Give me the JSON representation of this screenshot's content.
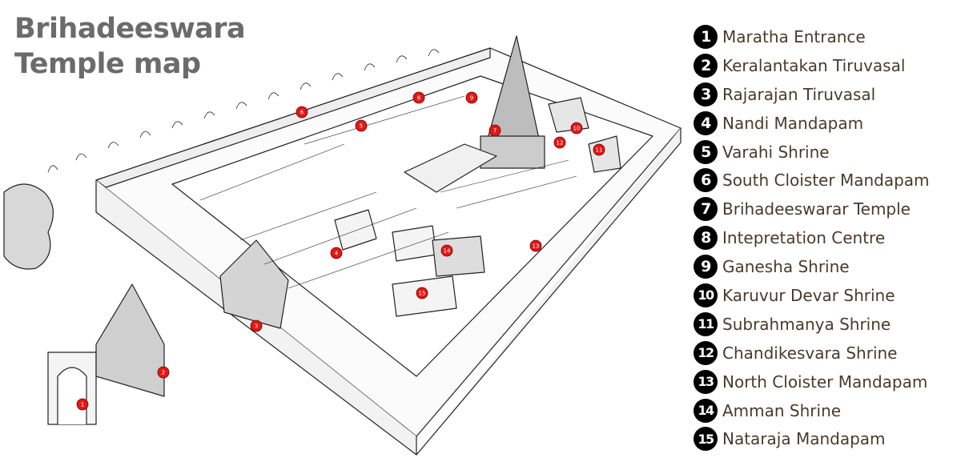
{
  "title": {
    "line1": "Brihadeeswara",
    "line2": "Temple map"
  },
  "legend": [
    {
      "num": "1",
      "label": "Maratha Entrance"
    },
    {
      "num": "2",
      "label": "Keralantakan Tiruvasal"
    },
    {
      "num": "3",
      "label": "Rajarajan Tiruvasal"
    },
    {
      "num": "4",
      "label": "Nandi Mandapam"
    },
    {
      "num": "5",
      "label": "Varahi Shrine"
    },
    {
      "num": "6",
      "label": "South Cloister Mandapam"
    },
    {
      "num": "7",
      "label": "Brihadeeswarar Temple"
    },
    {
      "num": "8",
      "label": "Intepretation Centre"
    },
    {
      "num": "9",
      "label": "Ganesha Shrine"
    },
    {
      "num": "10",
      "label": "Karuvur Devar Shrine"
    },
    {
      "num": "11",
      "label": "Subrahmanya Shrine"
    },
    {
      "num": "12",
      "label": "Chandikesvara Shrine"
    },
    {
      "num": "13",
      "label": "North Cloister Mandapam"
    },
    {
      "num": "14",
      "label": "Amman Shrine"
    },
    {
      "num": "15",
      "label": "Nataraja Mandapam"
    }
  ],
  "markers": [
    "1",
    "2",
    "3",
    "4",
    "5",
    "6",
    "7",
    "8",
    "9",
    "10",
    "11",
    "12",
    "13",
    "14",
    "15"
  ],
  "colors": {
    "title": "#6b6b6b",
    "marker": "#e01818",
    "legend_text": "#4a3a2a"
  }
}
